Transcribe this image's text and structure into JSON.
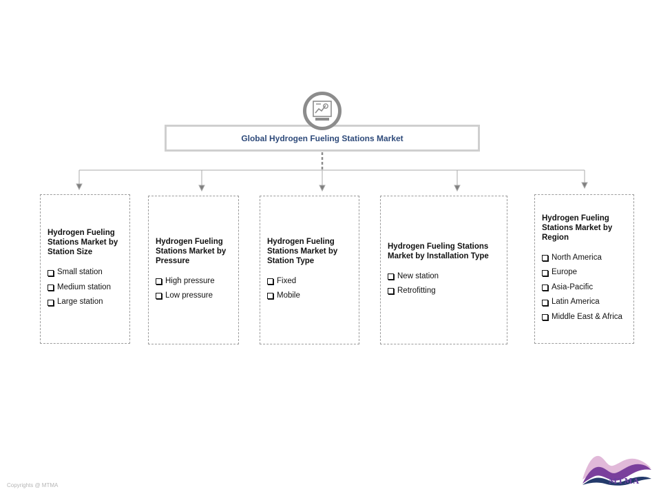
{
  "root": {
    "title": "Global Hydrogen Fueling Stations Market",
    "icon": "market-analysis-icon"
  },
  "categories": [
    {
      "title": "Hydrogen Fueling Stations Market by Station Size",
      "items": [
        "Small station",
        "Medium station",
        "Large station"
      ]
    },
    {
      "title": "Hydrogen Fueling Stations Market by Pressure",
      "items": [
        "High pressure",
        "Low pressure"
      ]
    },
    {
      "title": "Hydrogen Fueling Stations Market by Station Type",
      "items": [
        "Fixed",
        "Mobile"
      ]
    },
    {
      "title": "Hydrogen Fueling Stations Market by Installation Type",
      "items": [
        "New station",
        "Retrofitting"
      ]
    },
    {
      "title": "Hydrogen Fueling Stations Market by Region",
      "items": [
        "North America",
        "Europe",
        "Asia-Pacific",
        "Latin America",
        "Middle East & Africa"
      ]
    }
  ],
  "footer": {
    "copyright": "Copyrights @ MTMA",
    "logo_text": "MTMA"
  },
  "colors": {
    "title_blue": "#2e4a7a",
    "connector_gray": "#8c8c8c",
    "logo_purple": "#6b3fa0"
  }
}
